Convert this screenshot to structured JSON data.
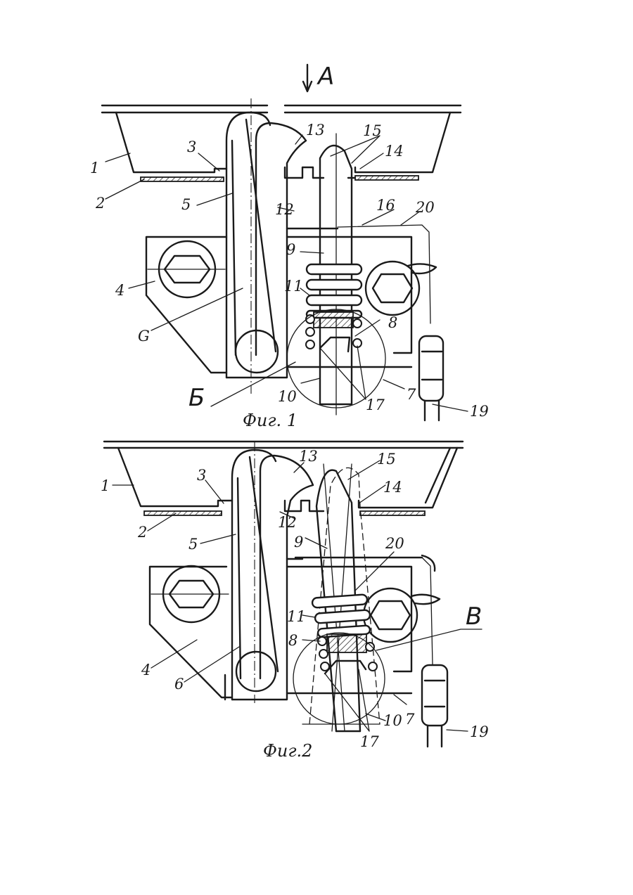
{
  "view_marker": "A",
  "fig1": {
    "caption": "Фиг. 1",
    "detail_marker": "Б",
    "labels": {
      "l1": "1",
      "l2": "2",
      "l3": "3",
      "l4": "4",
      "l5": "5",
      "l6": "G",
      "l7": "7",
      "l8": "8",
      "l9": "9",
      "l10": "10",
      "l11": "11",
      "l12": "12",
      "l13": "13",
      "l14": "14",
      "l15": "15",
      "l16": "16",
      "l17": "17",
      "l19": "19",
      "l20": "20"
    }
  },
  "fig2": {
    "caption": "Фиг.2",
    "detail_marker": "В",
    "labels": {
      "l1": "1",
      "l2": "2",
      "l3": "3",
      "l4": "4",
      "l5": "5",
      "l6": "6",
      "l7": "7",
      "l8": "8",
      "l9": "9",
      "l10": "10",
      "l11": "11",
      "l12": "12",
      "l13": "13",
      "l14": "14",
      "l15": "15",
      "l17": "17",
      "l19": "19",
      "l20": "20"
    }
  }
}
